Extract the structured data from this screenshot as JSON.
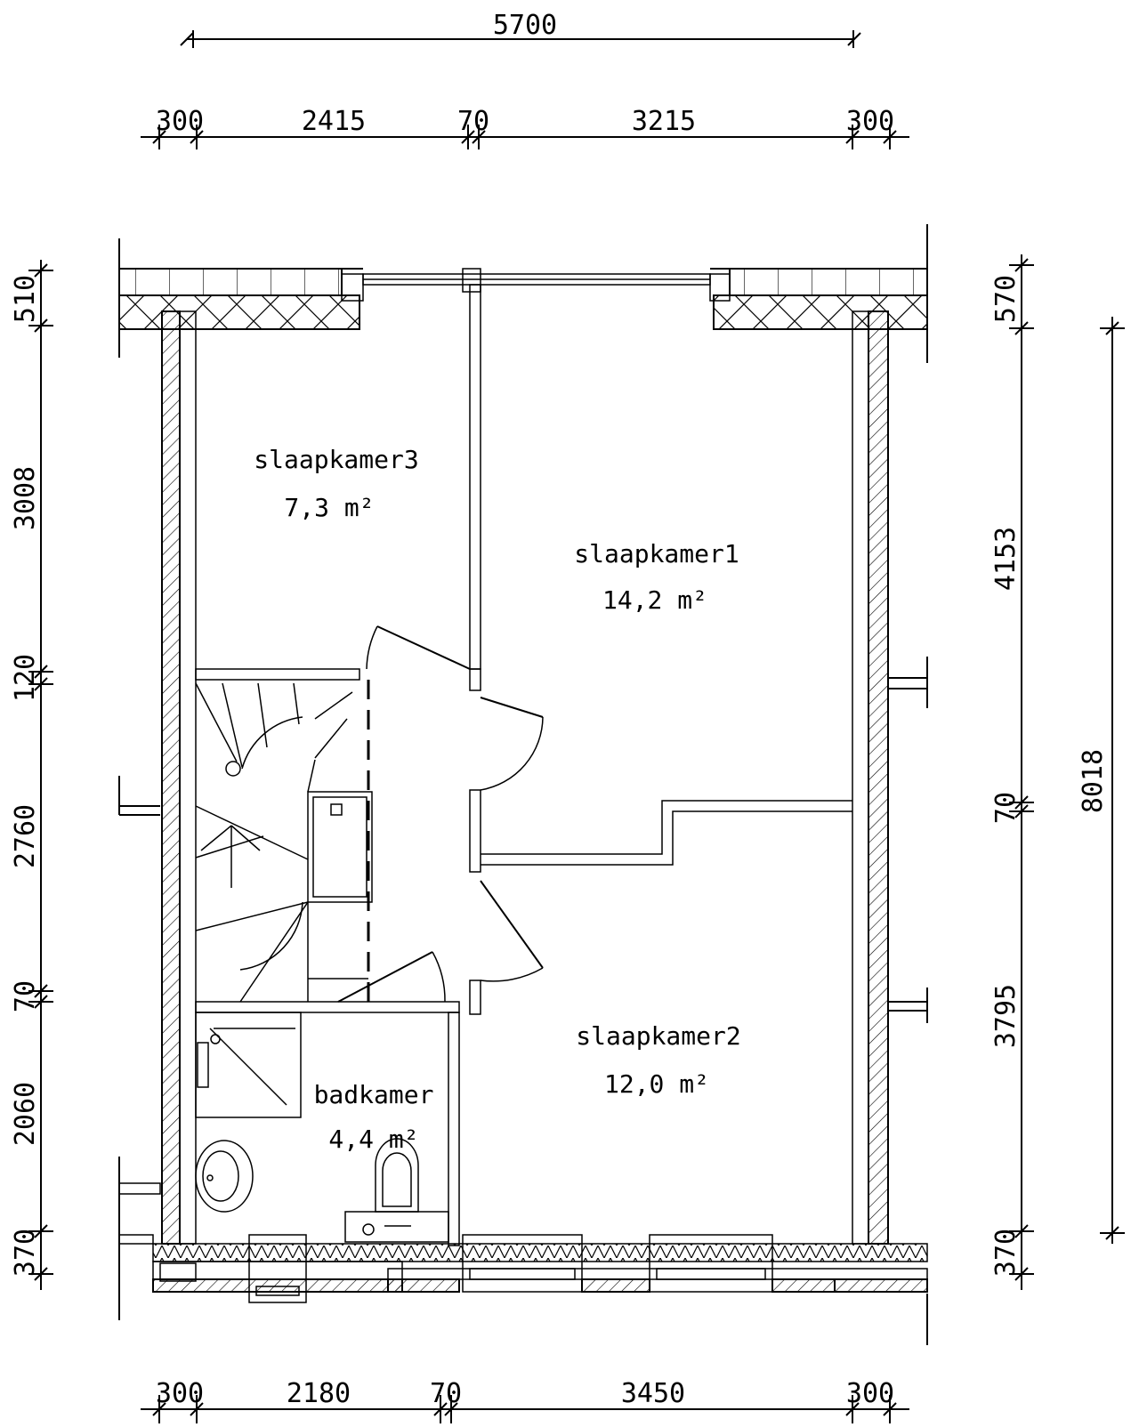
{
  "dimensions": {
    "top_total": "5700",
    "top_segments": [
      "300",
      "2415",
      "70",
      "3215",
      "300"
    ],
    "bottom_segments": [
      "300",
      "2180",
      "70",
      "3450",
      "300"
    ],
    "left_segments": [
      "510",
      "3008",
      "120",
      "2760",
      "70",
      "2060",
      "370"
    ],
    "right_segments": [
      "570",
      "4153",
      "70",
      "3795",
      "370"
    ],
    "right_total": "8018"
  },
  "rooms": [
    {
      "name": "slaapkamer3",
      "area": "7,3 m²"
    },
    {
      "name": "slaapkamer1",
      "area": "14,2 m²"
    },
    {
      "name": "slaapkamer2",
      "area": "12,0 m²"
    },
    {
      "name": "badkamer",
      "area": "4,4 m²"
    }
  ]
}
